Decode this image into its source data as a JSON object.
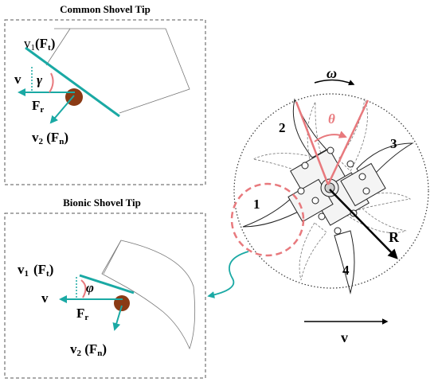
{
  "panels": {
    "common": {
      "title": "Common Shovel Tip",
      "v1": "v",
      "v1_sub": "1",
      "v1_force": "(F",
      "v1_force_sub": "t",
      "v1_close": ")",
      "v": "v",
      "gamma": "γ",
      "fr": "F",
      "fr_sub": "r",
      "v2": "v",
      "v2_sub": "2",
      "v2_force": " (F",
      "v2_force_sub": "n",
      "v2_close": ")"
    },
    "bionic": {
      "title": "Bionic Shovel Tip",
      "v1": "v",
      "v1_sub": "1",
      "v1_force": "(F",
      "v1_force_sub": "t",
      "v1_close": ")",
      "v": "v",
      "phi": "φ",
      "fr": "F",
      "fr_sub": "r",
      "v2": "v",
      "v2_sub": "2",
      "v2_force": " (F",
      "v2_force_sub": "n",
      "v2_close": ")"
    }
  },
  "rotor": {
    "omega": "ω",
    "theta": "θ",
    "radius_label": "R",
    "blade_labels": [
      "1",
      "2",
      "3",
      "4"
    ],
    "velocity_label": "v"
  },
  "colors": {
    "teal": "#1aa9a4",
    "salmon": "#e8797d",
    "soil": "#8a3a14",
    "frame": "#555555"
  }
}
